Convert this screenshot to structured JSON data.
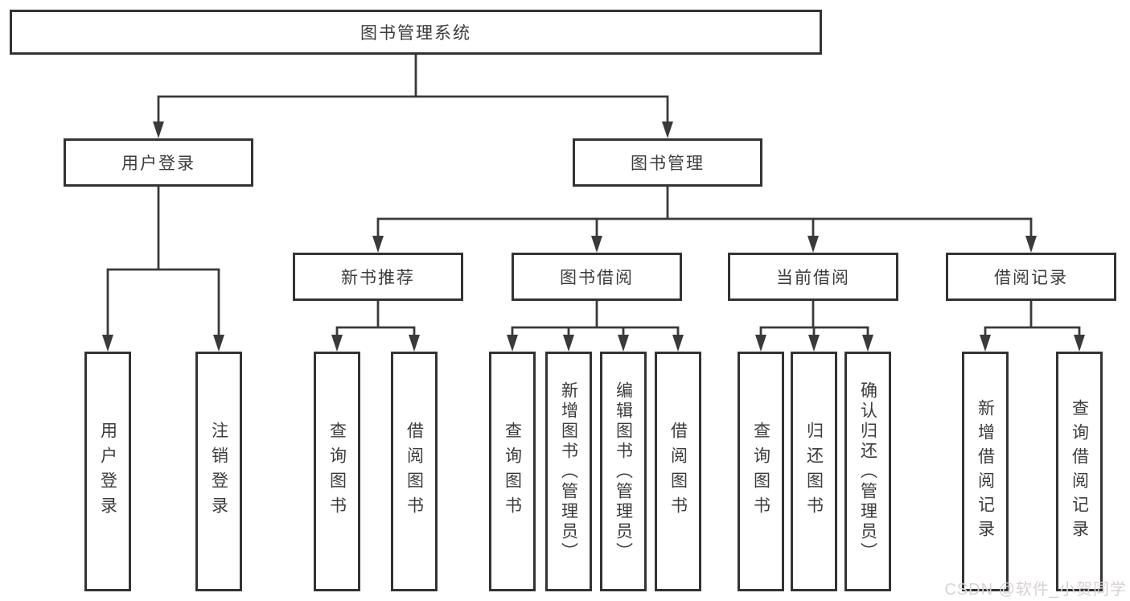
{
  "diagram": {
    "root": {
      "label": "图书管理系统"
    },
    "level2": [
      {
        "label": "用户登录"
      },
      {
        "label": "图书管理"
      }
    ],
    "level3": [
      {
        "label": "新书推荐"
      },
      {
        "label": "图书借阅"
      },
      {
        "label": "当前借阅"
      },
      {
        "label": "借阅记录"
      }
    ],
    "leaves": {
      "login": [
        "用户登录",
        "注销登录"
      ],
      "new_book": [
        "查询图书",
        "借阅图书"
      ],
      "book_borrow": [
        "查询图书",
        "新增图书（管理员）",
        "编辑图书（管理员）",
        "借阅图书"
      ],
      "current_borrow": [
        "查询图书",
        "归还图书",
        "确认归还（管理员）"
      ],
      "borrow_records": [
        "新增借阅记录",
        "查询借阅记录"
      ]
    }
  },
  "watermark": {
    "text": "CSDN @软件_小贺同学"
  },
  "colors": {
    "line": "#3a3a3a",
    "border": "#333333",
    "text": "#3c3c3c",
    "box_background": "#ffffff",
    "page_background": "#ffffff",
    "watermark": "#d9d2d2"
  }
}
